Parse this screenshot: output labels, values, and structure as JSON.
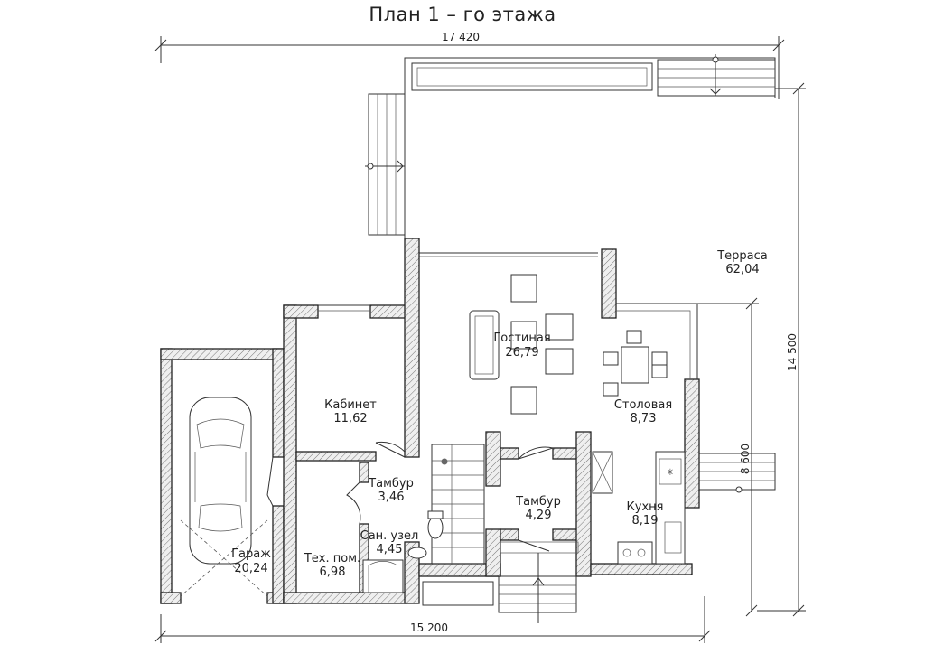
{
  "title": "План 1 – го этажа",
  "dimensions": {
    "top": "17 420",
    "bottom": "15 200",
    "right": "14 500",
    "right_inner": "8 600"
  },
  "rooms": [
    {
      "name": "Терраса",
      "area": "62,04"
    },
    {
      "name": "Гостиная",
      "area": "26,79"
    },
    {
      "name": "Столовая",
      "area": "8,73"
    },
    {
      "name": "Кабинет",
      "area": "11,62"
    },
    {
      "name": "Тамбур",
      "area": "3,46"
    },
    {
      "name": "Тамбур",
      "area": "4,29"
    },
    {
      "name": "Кухня",
      "area": "8,19"
    },
    {
      "name": "Сан. узел",
      "area": "4,45"
    },
    {
      "name": "Тех. пом.",
      "area": "6,98"
    },
    {
      "name": "Гараж",
      "area": "20,24"
    }
  ]
}
